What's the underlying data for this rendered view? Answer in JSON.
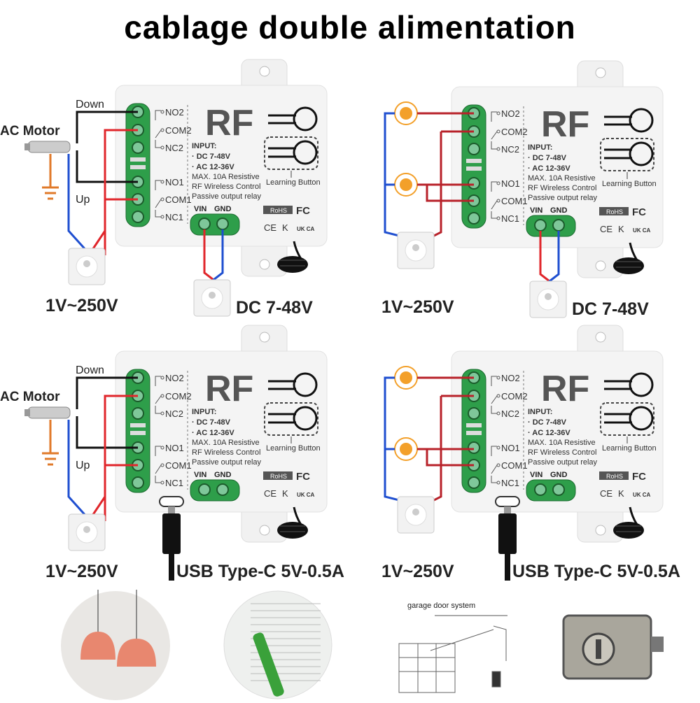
{
  "title": "cablage double alimentation",
  "module": {
    "brand": "RF",
    "terminals": [
      "NO2",
      "COM2",
      "NC2",
      "NO1",
      "COM1",
      "NC1"
    ],
    "input_label": "INPUT:",
    "input_dc": "· DC 7-48V",
    "input_ac": "· AC 12-36V",
    "max": "MAX. 10A  Resistive",
    "rf": "RF Wireless Control",
    "relay": "Passive output relay",
    "learning": "Learning Button",
    "vin": "VIN",
    "gnd": "GND",
    "rohs": "RoHS",
    "fc": "FC",
    "ce": "CE",
    "ukca": "UK CA"
  },
  "panels": [
    {
      "load": "motor",
      "motor_label": "AC Motor",
      "down": "Down",
      "up": "Up",
      "ac_voltage": "1V~250V",
      "power": "dc",
      "power_label": "DC 7-48V"
    },
    {
      "load": "bulbs",
      "ac_voltage": "1V~250V",
      "power": "dc",
      "power_label": "DC 7-48V"
    },
    {
      "load": "motor",
      "motor_label": "AC Motor",
      "down": "Down",
      "up": "Up",
      "ac_voltage": "1V~250V",
      "power": "usb",
      "power_label": "USB  Type-C  5V-0.5A"
    },
    {
      "load": "bulbs",
      "ac_voltage": "1V~250V",
      "power": "usb",
      "power_label": "USB  Type-C  5V-0.5A"
    }
  ],
  "applications": [
    {
      "name": "pendant-lamps"
    },
    {
      "name": "roller-blinds"
    },
    {
      "name": "garage-door",
      "caption": "garage door system"
    },
    {
      "name": "electric-lock"
    }
  ],
  "colors": {
    "terminal_green": "#2e9e4a",
    "wire_red": "#e0262b",
    "wire_blue": "#1f4fd0",
    "wire_black": "#111111",
    "bulb": "#f3a02a",
    "ground": "#e07a2a"
  }
}
